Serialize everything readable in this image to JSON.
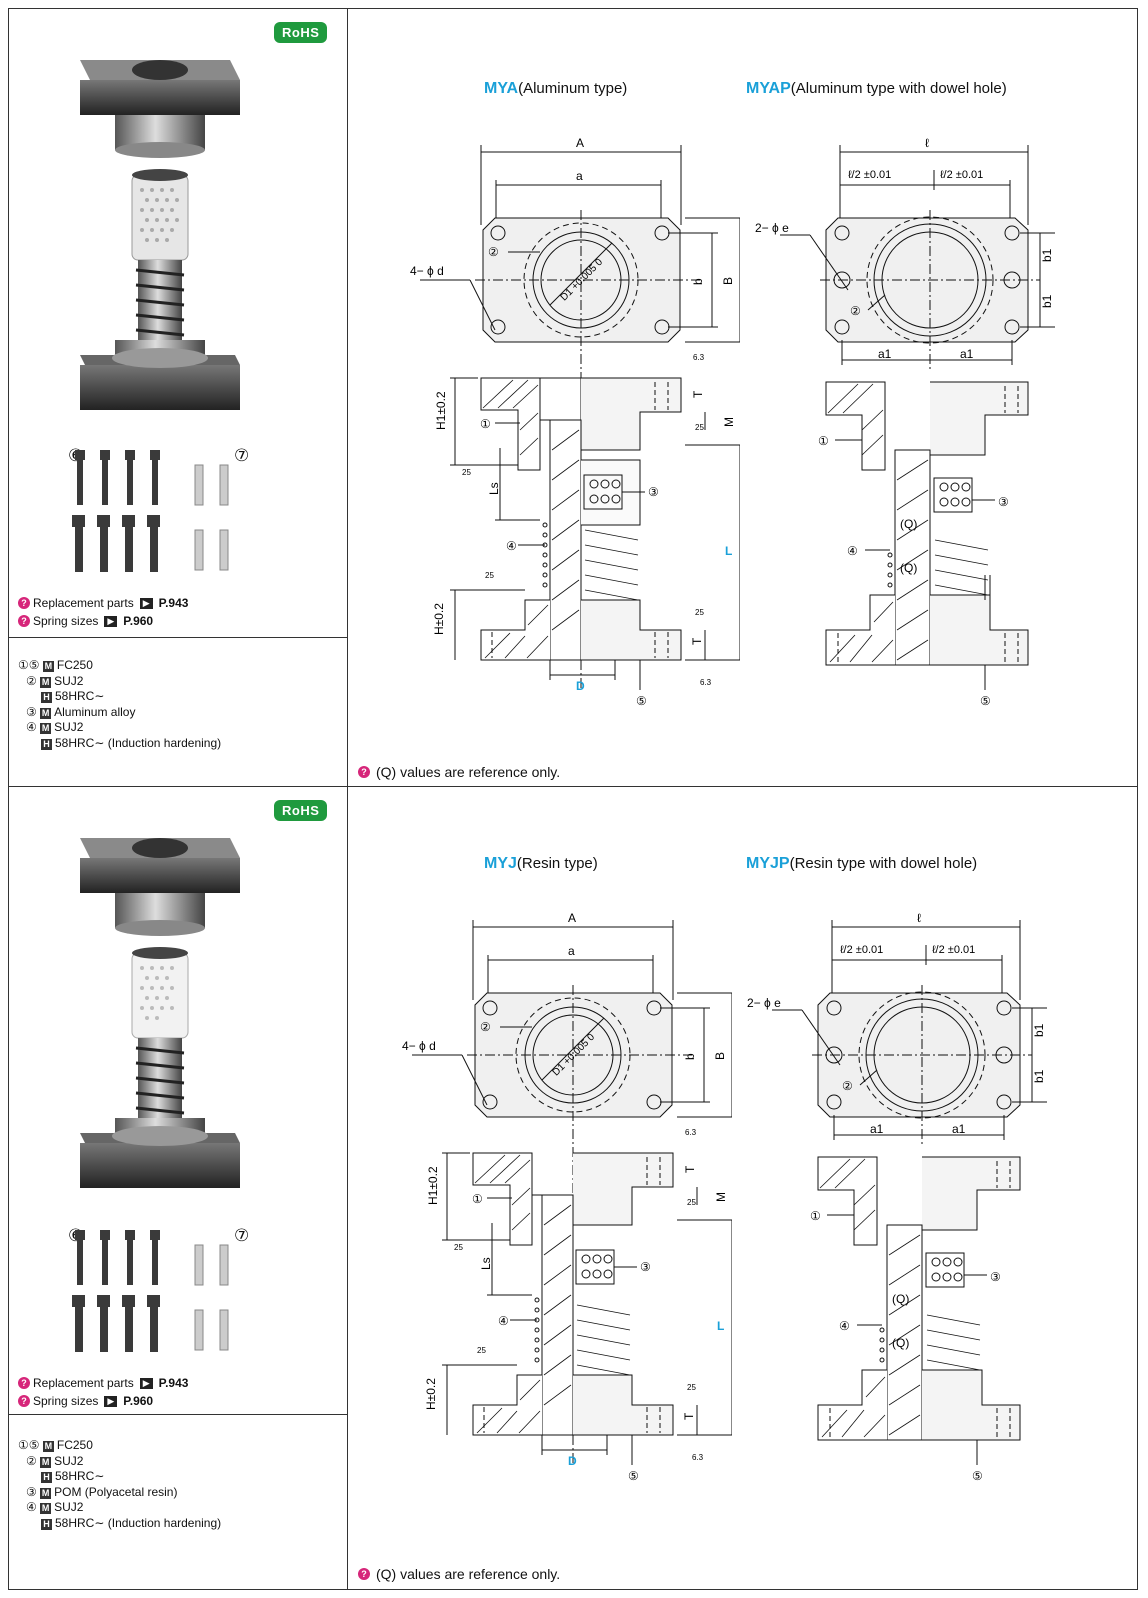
{
  "rohs_badge": "RoHS",
  "sections": [
    {
      "notes": [
        {
          "text": "Replacement parts",
          "page": "P.943"
        },
        {
          "text": "Spring sizes",
          "page": "P.960"
        }
      ],
      "materials": [
        {
          "parts": "①⑤",
          "tag": "M",
          "text": "FC250"
        },
        {
          "parts": "②",
          "tag": "M",
          "text": "SUJ2"
        },
        {
          "parts": "",
          "tag": "H",
          "text": "58HRC∼"
        },
        {
          "parts": "③",
          "tag": "M",
          "text": "Aluminum alloy"
        },
        {
          "parts": "④",
          "tag": "M",
          "text": "SUJ2"
        },
        {
          "parts": "",
          "tag": "H",
          "text": "58HRC∼ (Induction hardening)"
        }
      ],
      "title_left": {
        "code": "MYA",
        "desc": "(Aluminum type)"
      },
      "title_right": {
        "code": "MYAP",
        "desc": "(Aluminum type with dowel hole)"
      },
      "q_note": "(Q)  values are reference only."
    },
    {
      "notes": [
        {
          "text": "Replacement parts",
          "page": "P.943"
        },
        {
          "text": "Spring sizes",
          "page": "P.960"
        }
      ],
      "materials": [
        {
          "parts": "①⑤",
          "tag": "M",
          "text": "FC250"
        },
        {
          "parts": "②",
          "tag": "M",
          "text": "SUJ2"
        },
        {
          "parts": "",
          "tag": "H",
          "text": "58HRC∼"
        },
        {
          "parts": "③",
          "tag": "M",
          "text": "POM (Polyacetal resin)"
        },
        {
          "parts": "④",
          "tag": "M",
          "text": "SUJ2"
        },
        {
          "parts": "",
          "tag": "H",
          "text": "58HRC∼ (Induction hardening)"
        }
      ],
      "title_left": {
        "code": "MYJ",
        "desc": "(Resin type)"
      },
      "title_right": {
        "code": "MYJP",
        "desc": "(Resin type with dowel hole)"
      },
      "q_note": "(Q)  values are reference only."
    }
  ],
  "callouts": {
    "bolts": "⑥",
    "pins": "⑦"
  },
  "dims": {
    "A": "A",
    "a": "a",
    "B": "B",
    "b": "b",
    "D1": "D1 +0.005 0",
    "D": "D",
    "hole_d": "4− ϕ d",
    "hole_e": "2− ϕ e",
    "H1": "H1±0.2",
    "H": "H±0.2",
    "L": "L",
    "Ls": "Ls",
    "M": "M",
    "T": "T",
    "ell": "ℓ",
    "half_ell": "ℓ/2 ±0.01",
    "a1": "a1",
    "b1": "b1",
    "finish_63": "6.3",
    "finish_25": "25",
    "Q": "(Q)",
    "c1": "①",
    "c2": "②",
    "c3": "③",
    "c4": "④",
    "c5": "⑤"
  }
}
